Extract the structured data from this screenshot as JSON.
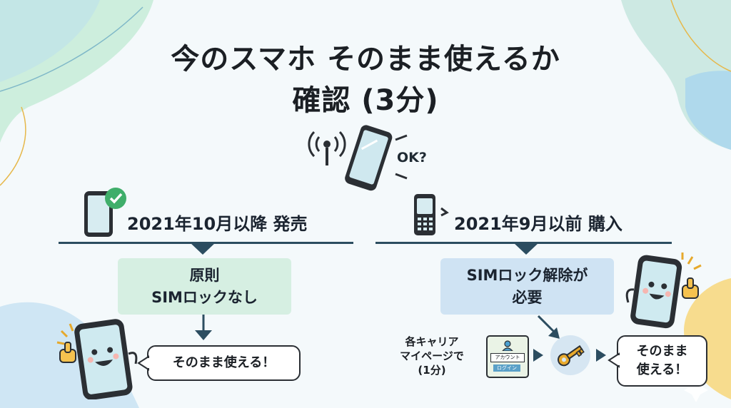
{
  "title": {
    "line1": "今のスマホ そのまま使えるか",
    "line2": "確認 (3分)"
  },
  "ok_label": "OK?",
  "left": {
    "heading": "2021年10月以降 発売",
    "box_line1": "原則",
    "box_line2": "SIMロックなし",
    "result": "そのまま使える！"
  },
  "right": {
    "heading": "2021年9月以前 購入",
    "box_line1": "SIMロック解除が",
    "box_line2": "必要",
    "step_line1": "各キャリア",
    "step_line2": "マイページで",
    "step_line3": "(1分)",
    "card_account": "アカウント",
    "card_login": "ログイン",
    "result_line1": "そのまま",
    "result_line2": "使える！"
  },
  "colors": {
    "left_box": "#d6efe2",
    "right_box": "#cfe3f3",
    "rule": "#2c4d60",
    "accent_green": "#3fae6a",
    "key": "#e8a92c"
  }
}
